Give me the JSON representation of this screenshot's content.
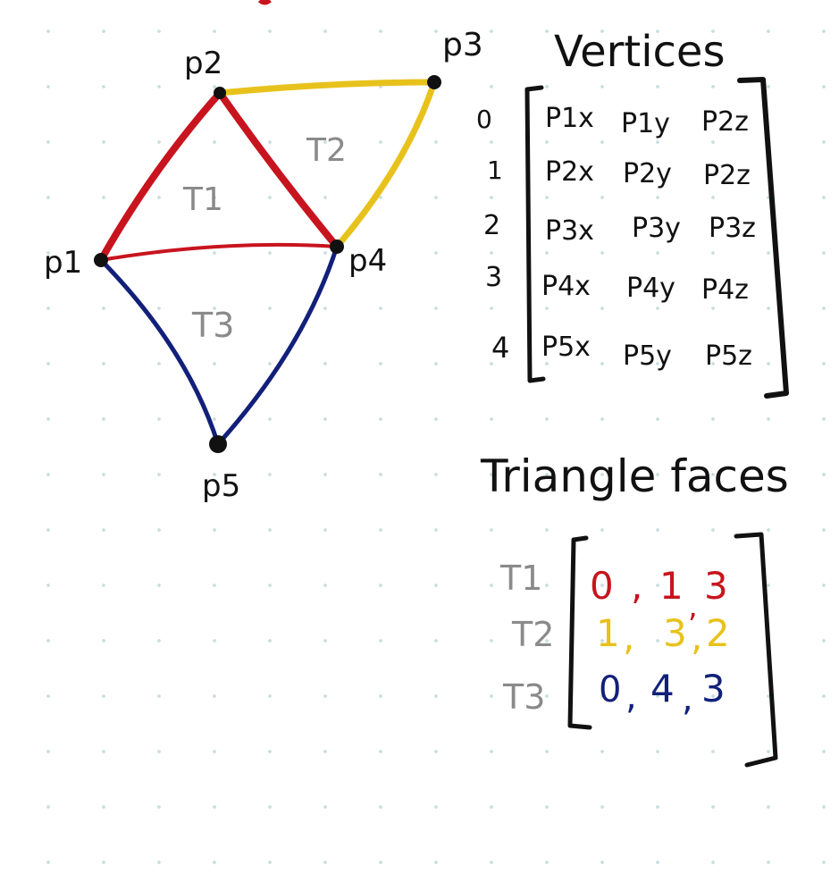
{
  "colors": {
    "red": "#c8141e",
    "yellow": "#e8c21c",
    "blue": "#12207a",
    "ink": "#111111",
    "gray": "#8a8a8a",
    "grid_dot": "#c9dede"
  },
  "points": [
    {
      "id": "p1",
      "label": "p1"
    },
    {
      "id": "p2",
      "label": "p2"
    },
    {
      "id": "p3",
      "label": "p3"
    },
    {
      "id": "p4",
      "label": "p4"
    },
    {
      "id": "p5",
      "label": "p5"
    }
  ],
  "triangles": [
    {
      "id": "T1",
      "label": "T1"
    },
    {
      "id": "T2",
      "label": "T2"
    },
    {
      "id": "T3",
      "label": "T3"
    }
  ],
  "vertices": {
    "title": "Vertices",
    "indices": [
      "0",
      "1",
      "2",
      "3",
      "4"
    ],
    "rows": [
      [
        "P1x",
        "P1y",
        "P2z"
      ],
      [
        "P2x",
        "P2y",
        "P2z"
      ],
      [
        "P3x",
        "P3y",
        "P3z"
      ],
      [
        "P4x",
        "P4y",
        "P4z"
      ],
      [
        "P5x",
        "P5y",
        "P5z"
      ]
    ]
  },
  "faces": {
    "title": "Triangle faces",
    "rows": [
      {
        "label": "T1",
        "values": [
          "0",
          "1",
          "3"
        ],
        "color": "#c8141e"
      },
      {
        "label": "T2",
        "values": [
          "1",
          "3",
          "2"
        ],
        "color": "#e8c21c"
      },
      {
        "label": "T3",
        "values": [
          "0",
          "4",
          "3"
        ],
        "color": "#12207a"
      }
    ]
  }
}
